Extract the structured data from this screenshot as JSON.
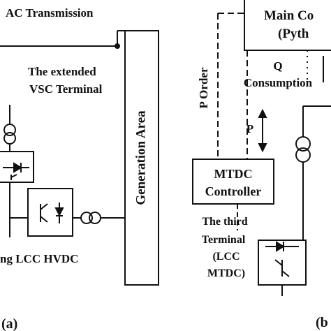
{
  "panel_a": {
    "title": "AC Transmission",
    "vsc_label_line1": "The extended",
    "vsc_label_line2": "VSC Terminal",
    "generation_label": "Generation Area",
    "lcc_label": "ng LCC HVDC",
    "panel_label": "(a)"
  },
  "panel_b": {
    "main_controller_line1": "Main Co",
    "main_controller_line2": "(Pyth",
    "q_label_line1": "Q",
    "q_label_line2": "Consumption",
    "p_order_label": "P Order",
    "p_label": "P",
    "mtdc_line1": "MTDC",
    "mtdc_line2": "Controller",
    "third_line1": "The third",
    "third_line2": "Terminal",
    "third_line3": "(LCC",
    "third_line4": "MTDC)",
    "panel_label": "(b"
  },
  "colors": {
    "stroke": "#111111",
    "background": "#ffffff"
  }
}
